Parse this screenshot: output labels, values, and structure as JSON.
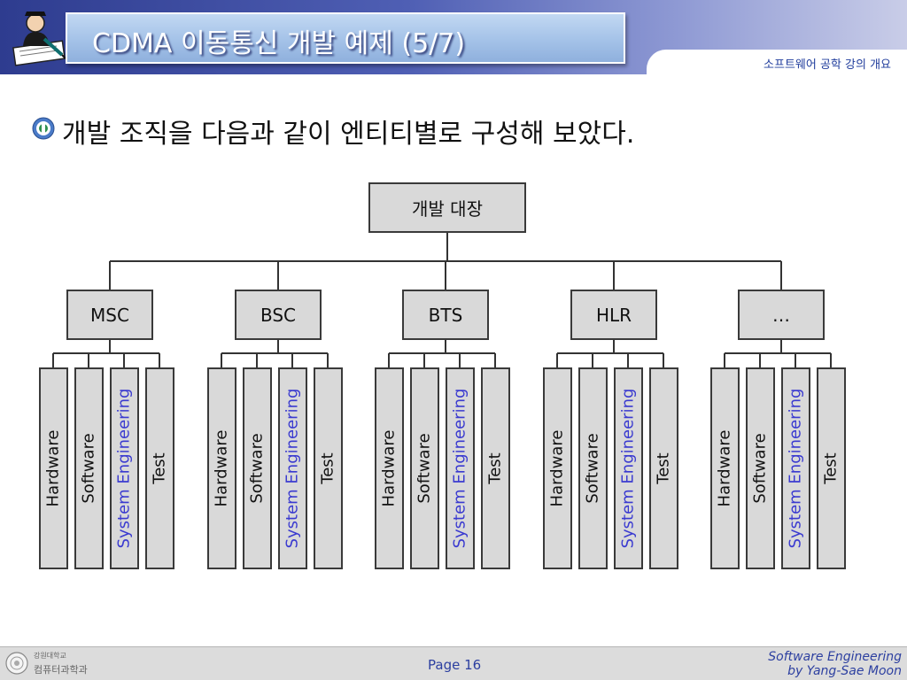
{
  "header": {
    "title": "CDMA 이동통신 개발 예제 (5/7)",
    "course_label": "소프트웨어 공학 강의 개요"
  },
  "bullet": {
    "text": "개발 조직을 다음과 같이 엔티티별로 구성해 보았다."
  },
  "org_chart": {
    "root": "개발 대장",
    "groups": [
      {
        "label": "MSC",
        "members": [
          "Hardware",
          "Software",
          "System Engineering",
          "Test"
        ]
      },
      {
        "label": "BSC",
        "members": [
          "Hardware",
          "Software",
          "System Engineering",
          "Test"
        ]
      },
      {
        "label": "BTS",
        "members": [
          "Hardware",
          "Software",
          "System Engineering",
          "Test"
        ]
      },
      {
        "label": "HLR",
        "members": [
          "Hardware",
          "Software",
          "System Engineering",
          "Test"
        ]
      },
      {
        "label": "…",
        "members": [
          "Hardware",
          "Software",
          "System Engineering",
          "Test"
        ]
      }
    ],
    "highlight_color": "#3a3ad0"
  },
  "footer": {
    "university": "강원대학교",
    "department": "컴퓨터과학과",
    "page": "Page 16",
    "credit_line1": "Software Engineering",
    "credit_line2": "by Yang-Sae Moon"
  },
  "colors": {
    "header_dark": "#2e3c8f",
    "title_bar": "#a4c2e8",
    "box_fill": "#d9d9d9",
    "footer_text": "#2c3fa0"
  }
}
